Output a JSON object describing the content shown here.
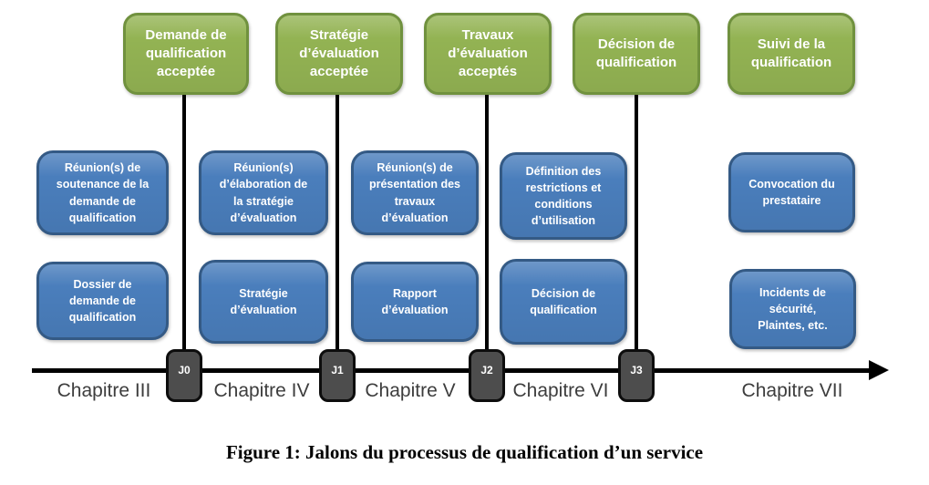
{
  "figure": {
    "caption": "Figure 1: Jalons du processus de qualification d’un service"
  },
  "colors": {
    "milestone_fill": "#93b353",
    "milestone_border": "#70913e",
    "activity_fill": "#4a7ebc",
    "activity_border": "#345a85",
    "marker_fill": "#4d4d4d",
    "marker_border": "#0d0d0d",
    "timeline_color": "#000000",
    "chapter_color": "#3d3d3d",
    "caption_color": "#000000"
  },
  "columns": [
    {
      "milestone": "Demande de\nqualification\nacceptée",
      "jalon": "J0",
      "activities": [
        "Réunion(s) de\nsoutenance de la\ndemande de\nqualification",
        "Dossier de\ndemande de\nqualification"
      ]
    },
    {
      "milestone": "Stratégie\nd’évaluation\nacceptée",
      "jalon": "J1",
      "activities": [
        "Réunion(s)\nd’élaboration de\nla stratégie\nd’évaluation",
        "Stratégie\nd’évaluation"
      ]
    },
    {
      "milestone": "Travaux\nd’évaluation\nacceptés",
      "jalon": "J2",
      "activities": [
        "Réunion(s) de\nprésentation des\ntravaux\nd’évaluation",
        "Rapport\nd’évaluation"
      ]
    },
    {
      "milestone": "Décision de\nqualification",
      "jalon": "J3",
      "activities": [
        "Définition des\nrestrictions et\nconditions\nd’utilisation",
        "Décision de\nqualification"
      ]
    },
    {
      "milestone": "Suivi de la\nqualification",
      "jalon": null,
      "activities": [
        "Convocation du\nprestataire",
        "Incidents de\nsécurité,\nPlaintes, etc."
      ]
    }
  ],
  "timeline": {
    "chapters": [
      "Chapitre III",
      "Chapitre IV",
      "Chapitre V",
      "Chapitre VI",
      "Chapitre VII"
    ]
  }
}
